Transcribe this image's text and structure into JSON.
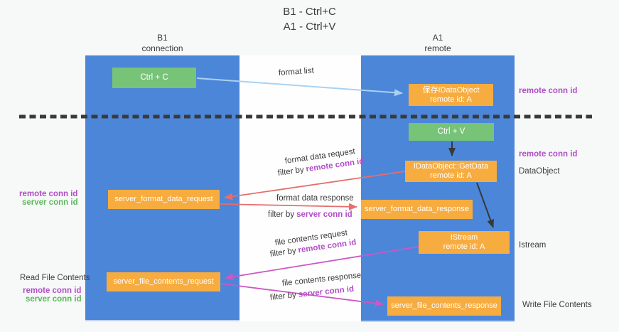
{
  "title": {
    "line1": "B1 - Ctrl+C",
    "line2": "A1 - Ctrl+V"
  },
  "columns": {
    "b1": {
      "name": "B1",
      "subtitle": "connection"
    },
    "a1": {
      "name": "A1",
      "subtitle": "remote"
    }
  },
  "boxes": {
    "ctrl_c": {
      "label": "Ctrl + C"
    },
    "ctrl_v": {
      "label": "Ctrl + V"
    },
    "save_dataobject": {
      "line1": "保存IDataObject",
      "line2": "remote id: A"
    },
    "getdata": {
      "line1": "IDataObject::GetData",
      "line2": "remote id: A"
    },
    "istream": {
      "line1": "IStream",
      "line2": "remote id: A"
    },
    "format_request": {
      "label": "server_format_data_request"
    },
    "format_response": {
      "label": "server_format_data_response"
    },
    "file_request": {
      "label": "server_file_contents_request"
    },
    "file_response": {
      "label": "server_file_contents_response"
    }
  },
  "arrow_labels": {
    "format_list": "format list",
    "format_request": {
      "line1": "format data request",
      "filter_prefix": "filter by",
      "filter_key": "remote conn id"
    },
    "format_response": {
      "line1": "format data response",
      "filter_prefix": "filter by",
      "filter_key": "server conn id"
    },
    "file_request": {
      "line1": "file contents request",
      "filter_prefix": "filter by",
      "filter_key": "remote conn id"
    },
    "file_response": {
      "line1": "file contents response",
      "filter_prefix": "filter by",
      "filter_key": "server conn id"
    }
  },
  "side_labels": {
    "right_top_conn": "remote conn id",
    "right_mid_conn": "remote conn id",
    "right_dataobject": "DataObject",
    "right_istream": "Istream",
    "right_write": "Write File Contents",
    "left_format_remote": "remote conn id",
    "left_format_server": "server conn id",
    "left_read": "Read File Contents",
    "left_file_remote": "remote conn id",
    "left_file_server": "server conn id"
  },
  "colors": {
    "column_blue": "#4c86d9",
    "box_orange": "#f7ac40",
    "box_green": "#77c378",
    "arrow_blue": "#a9d2f2",
    "arrow_red": "#e56e6c",
    "arrow_magenta": "#cd57c5",
    "arrow_black": "#383838",
    "remote_conn_purple": "#b04fc7",
    "server_conn_green": "#5cb85c"
  }
}
